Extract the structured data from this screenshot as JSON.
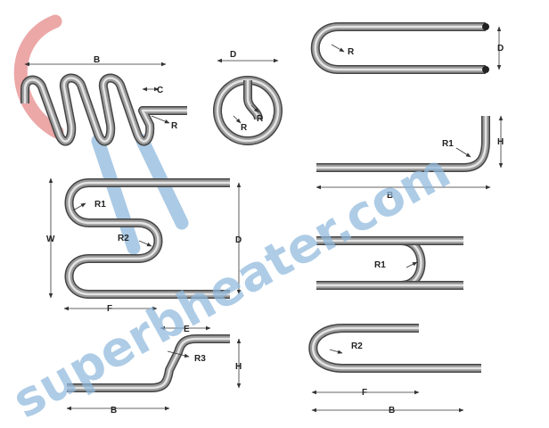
{
  "watermark": {
    "text": "superbheater.com",
    "text_color": "#8fb9dd",
    "logo_red": "#e68a8a",
    "logo_blue": "#8fb9dd"
  },
  "colors": {
    "tube_dark": "#444444",
    "tube_mid": "#9a9a9a",
    "tube_light": "#e4e4e4",
    "dimension_line": "#333333"
  },
  "labels": {
    "coil": {
      "length": "B",
      "pitch": "C",
      "radius": "R"
    },
    "ring": {
      "diameter": "D",
      "radius_left": "R",
      "radius_right": "R"
    },
    "hairpin": {
      "radius": "R",
      "spacing": "D"
    },
    "j_bend": {
      "radius": "R1",
      "height": "H",
      "length": "B"
    },
    "serpentine": {
      "radius_1": "R1",
      "radius_2": "R2",
      "width": "W",
      "spacing": "D",
      "pitch": "F"
    },
    "u_offset": {
      "radius": "R1"
    },
    "s_offset": {
      "offset": "E",
      "radius": "R3",
      "height": "H",
      "length": "B"
    },
    "u_open": {
      "radius": "R2",
      "leg": "F",
      "length": "B"
    }
  }
}
